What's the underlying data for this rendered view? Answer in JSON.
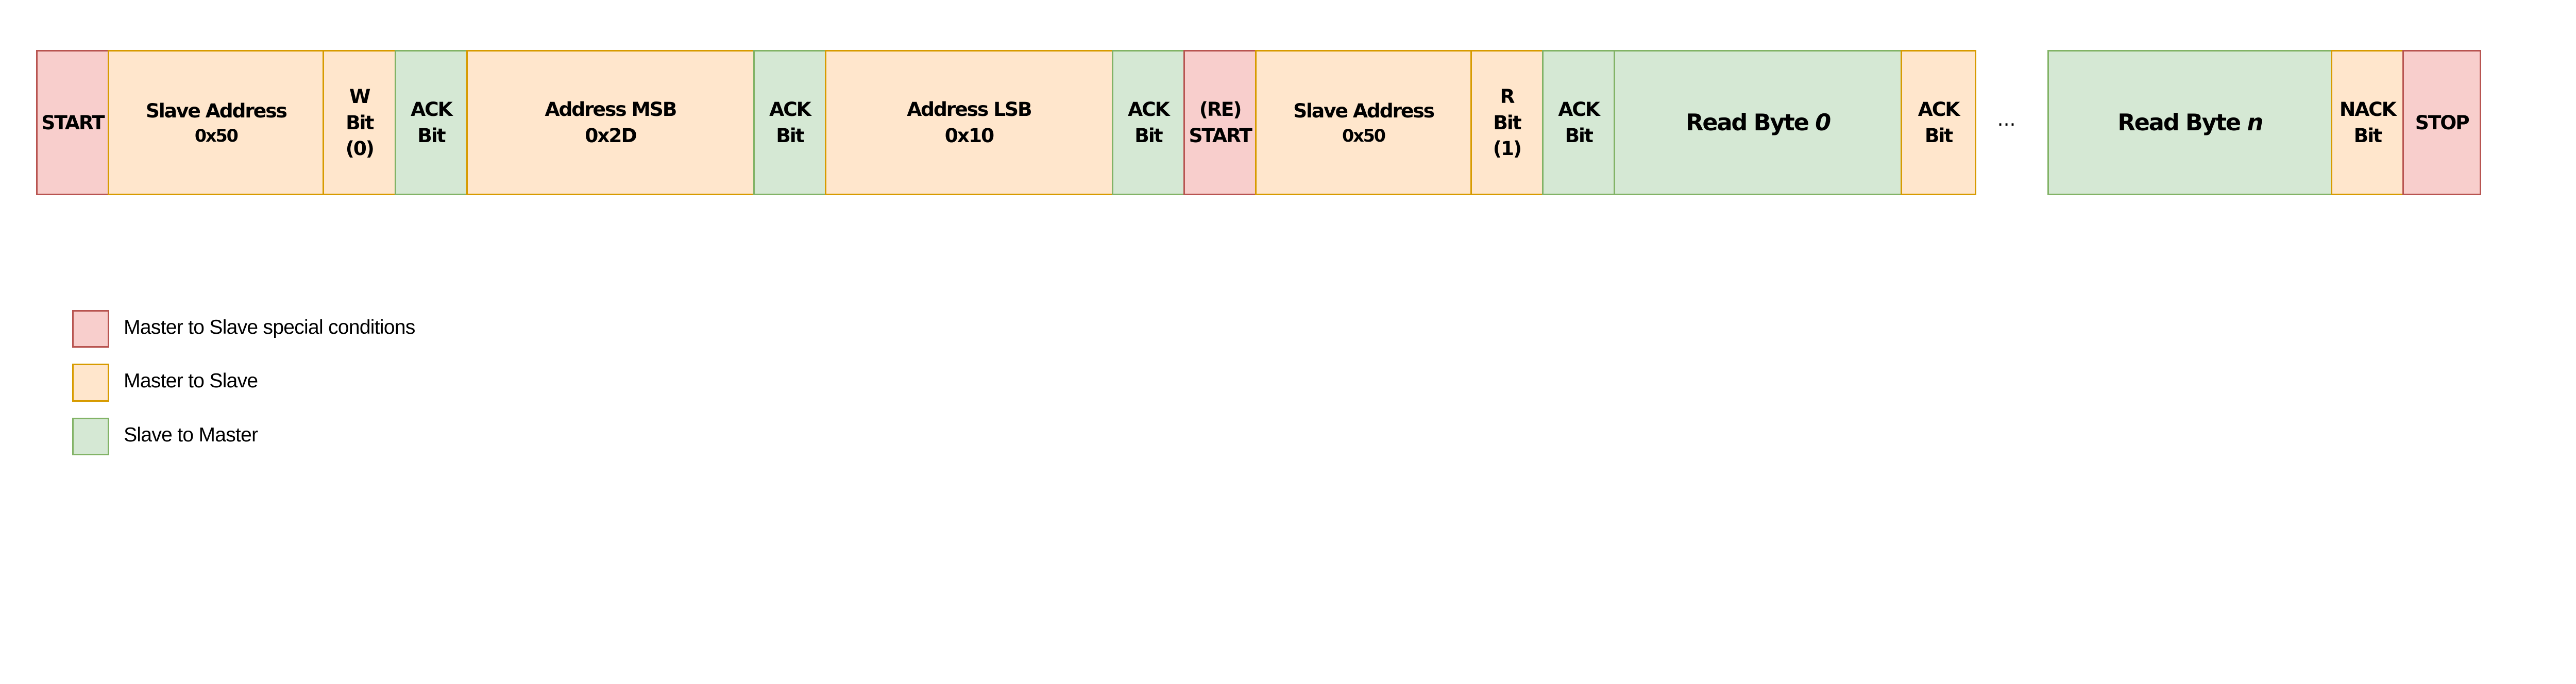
{
  "colors": {
    "special": {
      "fill": "#f8cecc",
      "stroke": "#b85450"
    },
    "master_to_slave": {
      "fill": "#ffe6cc",
      "stroke": "#d79b00"
    },
    "slave_to_master": {
      "fill": "#d5e8d4",
      "stroke": "#82b366"
    }
  },
  "frame": {
    "start": "START",
    "slave_address_1": {
      "title": "Slave Address",
      "value": "0x50"
    },
    "w_bit": {
      "l1": "W",
      "l2": "Bit",
      "l3": "(0)"
    },
    "ack1": {
      "l1": "ACK",
      "l2": "Bit"
    },
    "address_msb": {
      "title": "Address MSB",
      "value": "0x2D"
    },
    "ack2": {
      "l1": "ACK",
      "l2": "Bit"
    },
    "address_lsb": {
      "title": "Address LSB",
      "value": "0x10"
    },
    "ack3": {
      "l1": "ACK",
      "l2": "Bit"
    },
    "restart": {
      "l1": "(RE)",
      "l2": "START"
    },
    "slave_address_2": {
      "title": "Slave Address",
      "value": "0x50"
    },
    "r_bit": {
      "l1": "R",
      "l2": "Bit",
      "l3": "(1)"
    },
    "ack4": {
      "l1": "ACK",
      "l2": "Bit"
    },
    "read_byte_0": {
      "prefix": "Read Byte ",
      "index": "0"
    },
    "ack5": {
      "l1": "ACK",
      "l2": "Bit"
    },
    "ellipsis": "...",
    "read_byte_n": {
      "prefix": "Read Byte ",
      "index": "n"
    },
    "nack": {
      "l1": "NACK",
      "l2": "Bit"
    },
    "stop": "STOP"
  },
  "legend": [
    {
      "label": "Master to Slave special conditions"
    },
    {
      "label": "Master to Slave"
    },
    {
      "label": "Slave to Master"
    }
  ]
}
